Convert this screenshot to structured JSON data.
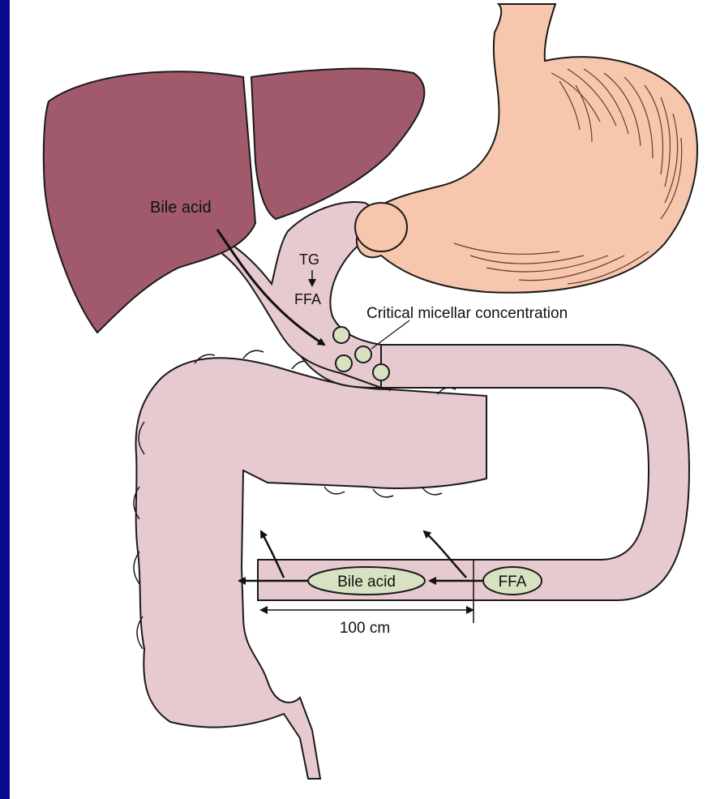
{
  "labels": {
    "bile_acid_liver": "Bile acid",
    "tg": "TG",
    "ffa_duodenum": "FFA",
    "cmc": "Critical micellar concentration",
    "bile_acid_ileum": "Bile acid",
    "ffa_ileum": "FFA",
    "distance": "100 cm"
  },
  "colors": {
    "border": "#0a0a8c",
    "liver": "#a05a6c",
    "intestine": "#e7c9d0",
    "stomach": "#f6c6ad",
    "micelle": "#d8e2c2",
    "outline": "#1a1a1a"
  },
  "icons": {
    "micelle": "circle",
    "flow_arrow": "arrow-right"
  }
}
